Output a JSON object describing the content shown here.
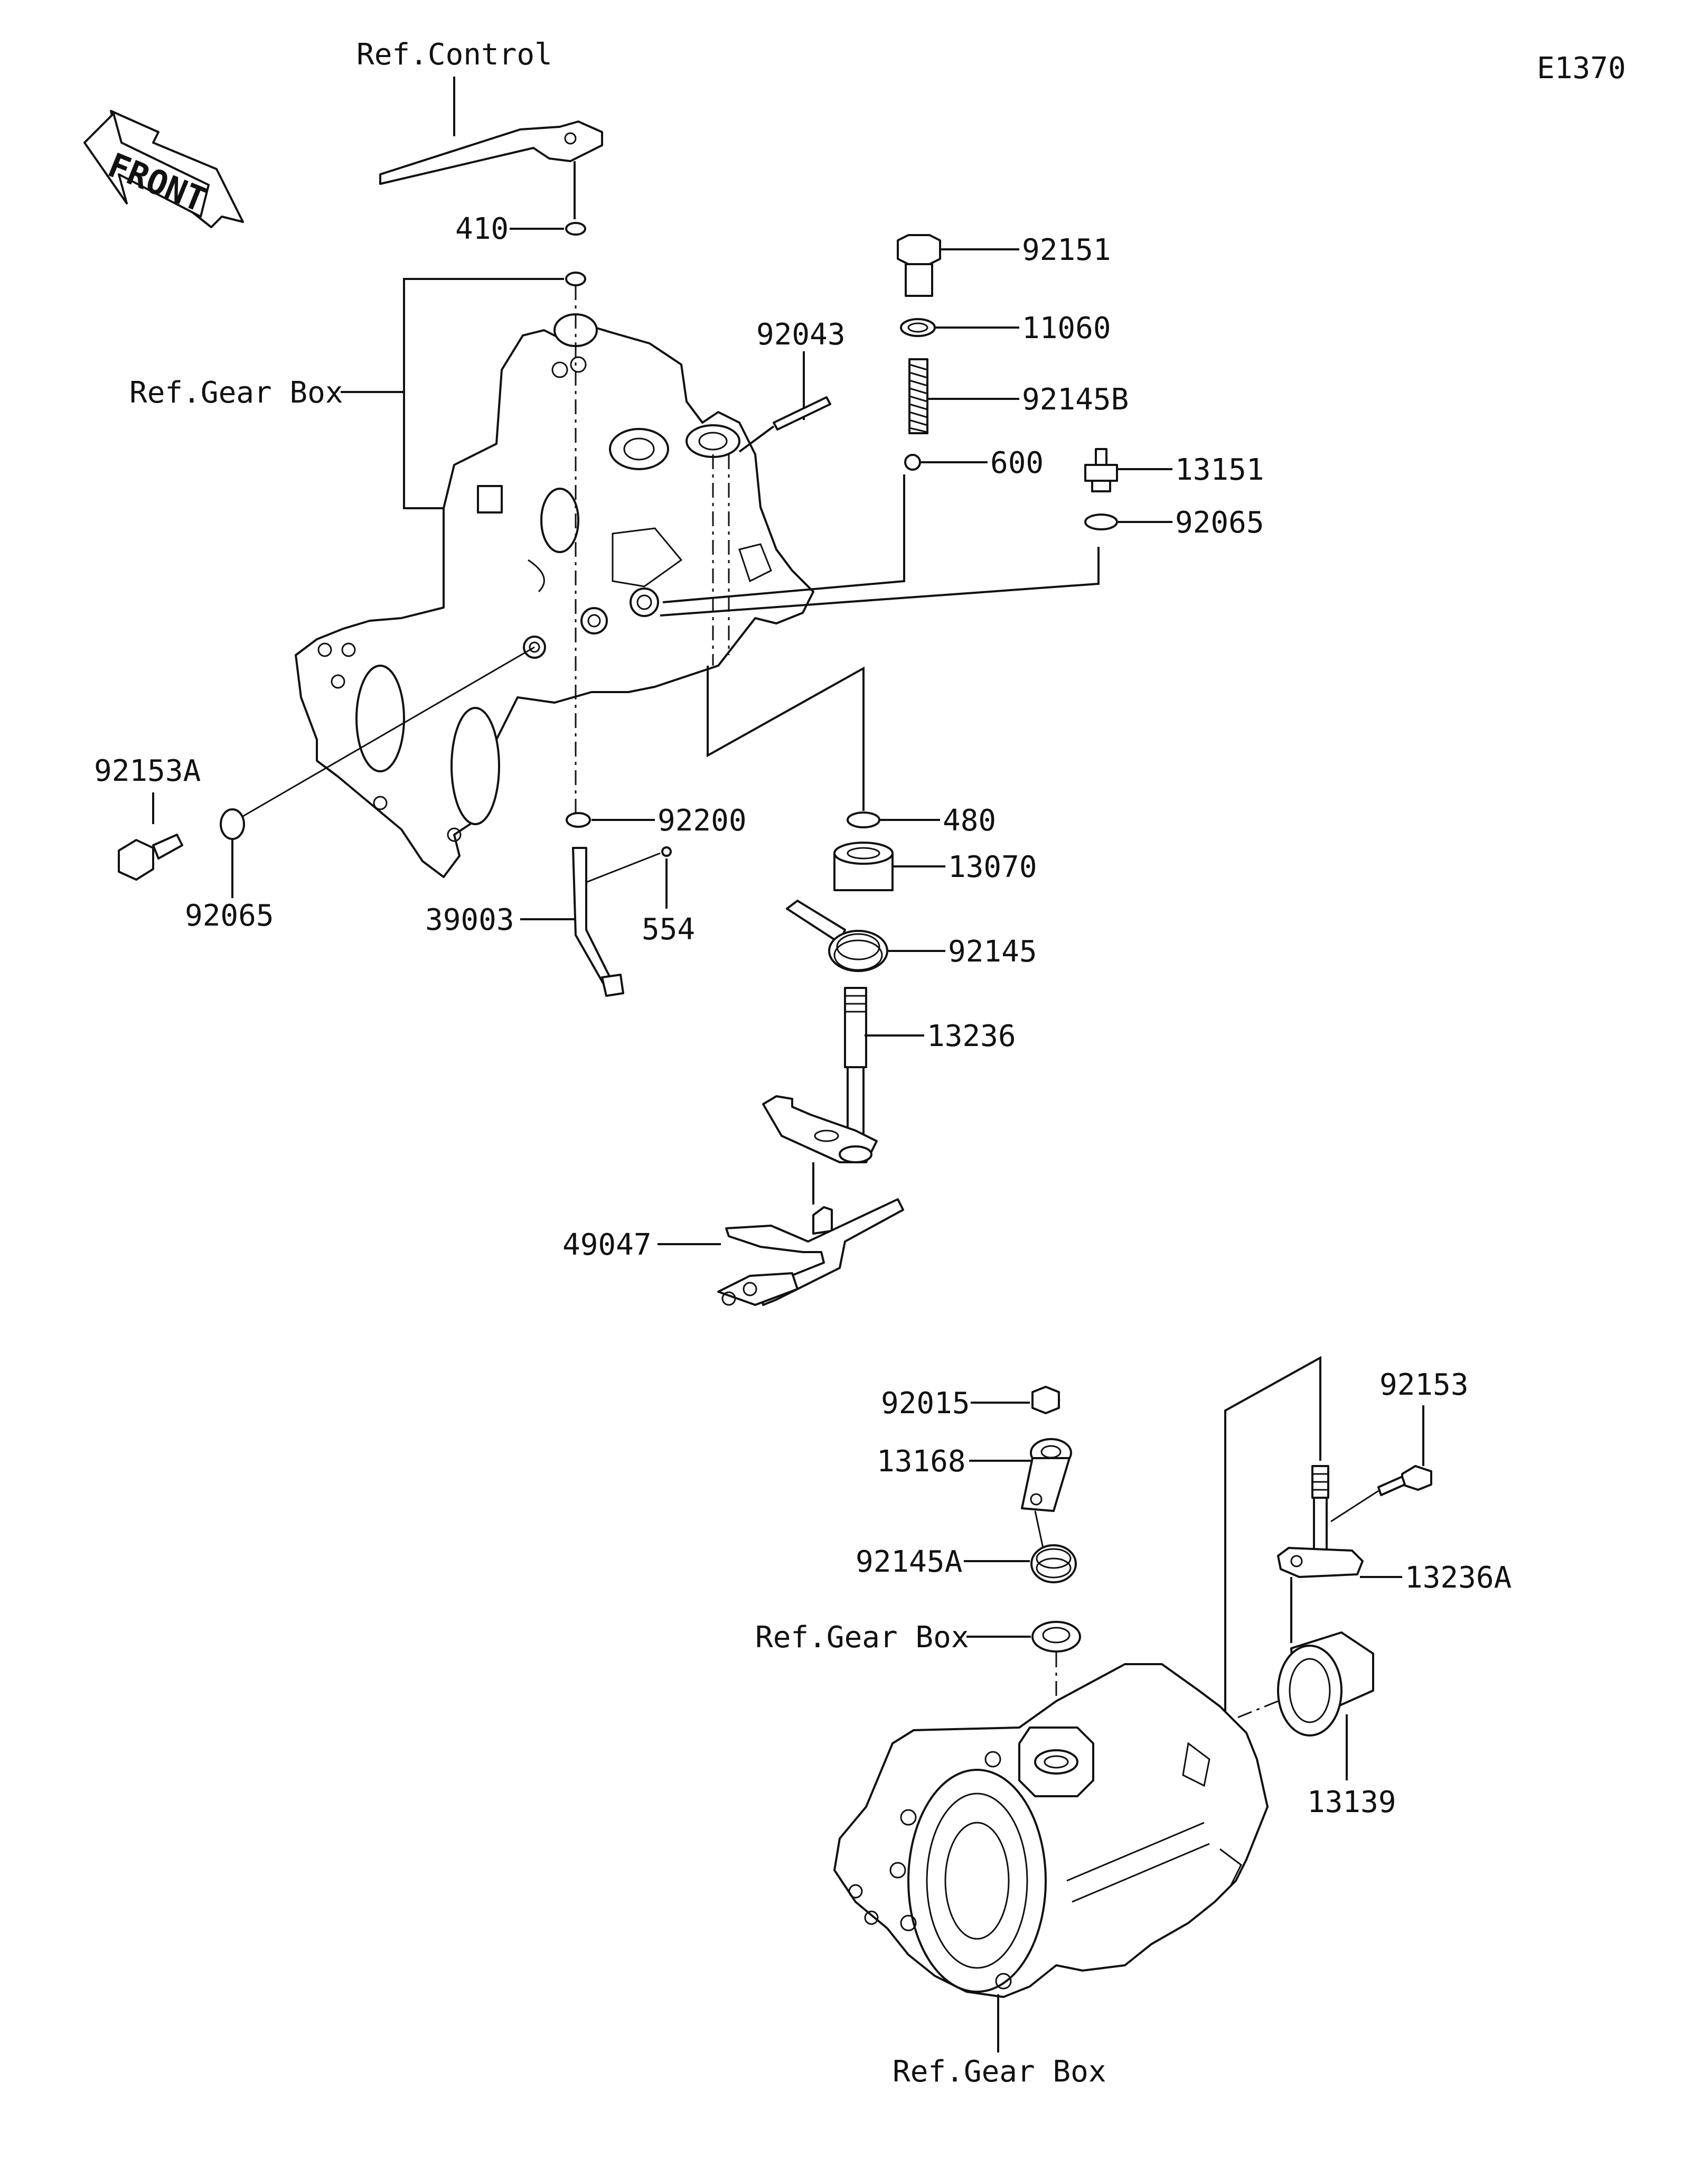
{
  "diagram_code": "E1370",
  "front_arrow": {
    "label": "FRONT",
    "icon": "front-arrow-icon"
  },
  "references": {
    "control": "Ref.Control",
    "gear_box_upper": "Ref.Gear Box",
    "gear_box_lower_left": "Ref.Gear Box",
    "gear_box_bottom": "Ref.Gear Box"
  },
  "part_labels": {
    "p410": "410",
    "p92151": "92151",
    "p11060": "11060",
    "p92043": "92043",
    "p92145B": "92145B",
    "p600": "600",
    "p13151": "13151",
    "p92065_right": "92065",
    "p92153A": "92153A",
    "p92065_left": "92065",
    "p92200": "92200",
    "p480": "480",
    "p13070": "13070",
    "p39003": "39003",
    "p554": "554",
    "p92145": "92145",
    "p13236": "13236",
    "p49047": "49047",
    "p92015": "92015",
    "p92153": "92153",
    "p13168": "13168",
    "p13236A": "13236A",
    "p92145A": "92145A",
    "p13139": "13139"
  }
}
